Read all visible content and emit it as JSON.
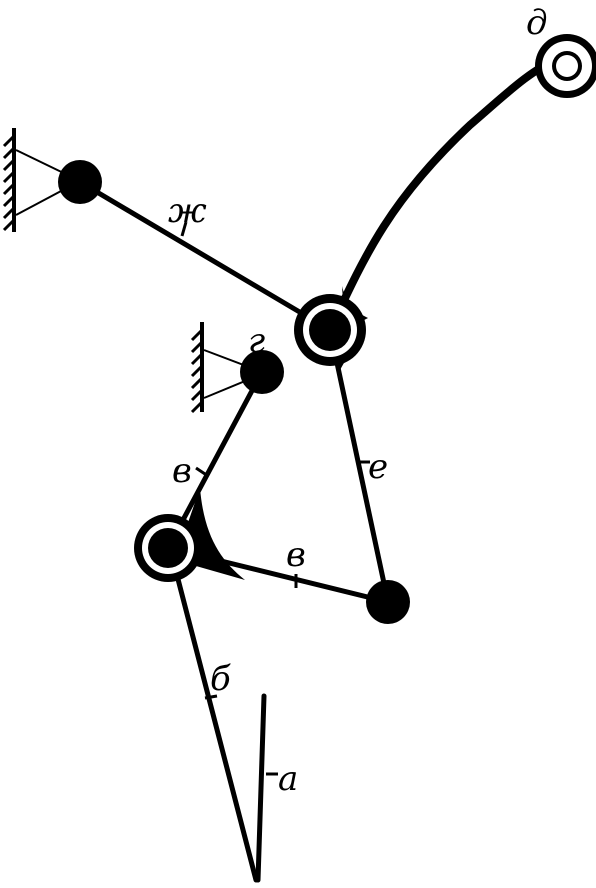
{
  "labels": {
    "a": "а",
    "b": "б",
    "v_upper": "в",
    "v_lower": "в",
    "g": "г",
    "d": "д",
    "e": "е",
    "zh": "ж"
  }
}
